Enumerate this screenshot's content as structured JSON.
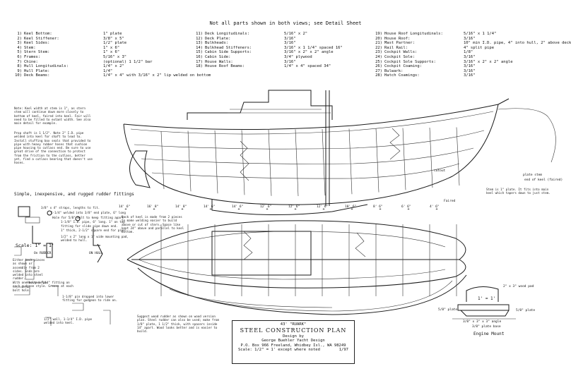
{
  "header": "Not all parts shown in both views; see Detail Sheet",
  "parts_col1": [
    {
      "n": "1)",
      "name": "Keel Bottom:",
      "spec": "1\" plate"
    },
    {
      "n": "2)",
      "name": "Keel Stiffener:",
      "spec": "3/8\" x 5\""
    },
    {
      "n": "3)",
      "name": "Keel Sides:",
      "spec": "1/2\" plate"
    },
    {
      "n": "4)",
      "name": "Stem:",
      "spec": "1\" x 6\""
    },
    {
      "n": "5)",
      "name": "Stern Stem:",
      "spec": "1\" x 6\""
    },
    {
      "n": "6)",
      "name": "Frames:",
      "spec": "5/16\" x 3\""
    },
    {
      "n": "7)",
      "name": "Chine:",
      "spec": "(optional) 1 1/2\" bar"
    },
    {
      "n": "8)",
      "name": "Hull Longitudinals:",
      "spec": "1/4\" x 2\""
    },
    {
      "n": "9)",
      "name": "Hull Plate:",
      "spec": "1/4\""
    },
    {
      "n": "10)",
      "name": "Deck Beams:",
      "spec": "1/4\" x 4\" with 3/16\" x 2\" lip welded on bottom"
    }
  ],
  "parts_col2": [
    {
      "n": "11)",
      "name": "Deck Longitudinals:",
      "spec": "5/16\" x 2\""
    },
    {
      "n": "12)",
      "name": "Deck Plate:",
      "spec": "3/16\""
    },
    {
      "n": "13)",
      "name": "Bulkheads:",
      "spec": "3/16\""
    },
    {
      "n": "14)",
      "name": "Bulkhead Stiffeners:",
      "spec": "3/16\" x 1 1/4\" spaced 16\""
    },
    {
      "n": "15)",
      "name": "Cabin Side Supports:",
      "spec": "3/16\" x 2\" x 2\" angle"
    },
    {
      "n": "16)",
      "name": "Cabin Side:",
      "spec": "3/4\" plywood"
    },
    {
      "n": "17)",
      "name": "House Walls:",
      "spec": "3/16\""
    },
    {
      "n": "18)",
      "name": "House Roof Beams:",
      "spec": "1/4\" x 4\" spaced 34\""
    }
  ],
  "parts_col3": [
    {
      "n": "19)",
      "name": "House Roof Longitudinals:",
      "spec": "5/16\" x 1 1/4\""
    },
    {
      "n": "20)",
      "name": "House Roof:",
      "spec": "3/16\""
    },
    {
      "n": "21)",
      "name": "Mast Partner:",
      "spec": "10\" min I.D. pipe, 4\" into hull, 2\" above deck"
    },
    {
      "n": "22)",
      "name": "Rail Rail:",
      "spec": "4\" split pipe"
    },
    {
      "n": "23)",
      "name": "Cockpit Walls:",
      "spec": "1/8\""
    },
    {
      "n": "24)",
      "name": "Cockpit Sole:",
      "spec": "3/16\""
    },
    {
      "n": "25)",
      "name": "Cockpit Sole Supports:",
      "spec": "3/16\" x 2\" x 2\" angle"
    },
    {
      "n": "26)",
      "name": "Cockpit Coaming:",
      "spec": "3/16\""
    },
    {
      "n": "27)",
      "name": "Bulwark:",
      "spec": "3/16\""
    },
    {
      "n": "28)",
      "name": "Hatch Coamings:",
      "spec": "3/16\""
    }
  ],
  "notes": {
    "keel": "Note: Keel width at stem is 1\", as stern stem will continue down more closely to bottom of keel, faired into keel. Fair will need to be filled to extant width. See also main detail for example.",
    "prop": "Prop shaft is 1 1/2\". Note 2\" I.D. pipe welded into keel for shaft to lead to. Install stuffing box seals that provided to pipe with heavy rubber hoses that cushion pipe housing to cutlass end. Be sure to use great drive of the connection to protect from the friction to the cutlass, better yet, find a cutlass bearing that doesn't use hoses.",
    "rudder_title": "Simple, inexpensive, and rugged rudder fittings",
    "rudder_bottom": "Suggest wood rudder as shown on wood version plan. Steel rudder can also be used; make from 1/8\" plate, 1 1/2\" thick, with spacers inside 14\" apart. Wood looks better and is easier to build.",
    "stem": "Stem is 1\" plate. It fits into main keel which tapers down to just stem.",
    "deck": "Back of keel is made from 2 pieces to make welding easier to build above or cut of stern. Space like kept 24\" above and parallel to keel bottom."
  },
  "rudder_labels": [
    "3/8\" x 4\" straps, lengths to fit.",
    "1-1/4\" welded into 3/8\" end plate, 6\" long",
    "Hole for 5/8\" bolt to keep fitting apart",
    "1-1/8\" I.D. pipe, 6\" long. 1\" on top",
    "fitting for slide pipe down end.",
    "1\" thick, 2-1/2\" square end for pipe",
    "1/2\" x 2\" long x 1\" wide mounting pad, welded to hull."
  ],
  "scale_note": "Scale: 1\" = 1'",
  "on_rudder": "On RUDDER",
  "on_hull": "ON HULL",
  "side_note_1": "Either back pieces as shown or assemble from 2 sides. Ends are welded into steel rudder.",
  "heavy_weld": "Heavy weld",
  "pad_note": "With one bolted \"pad\" fitting on each gudgeon style. Grease at each bolt hole.",
  "bolt_note": "1-1/8\" pin dropped into lower fitting for gudgeon to ride on.",
  "pipe_note": "1/2\" wall, 1-1/4\" I.D. pipe welded into keel.",
  "plan_labels": {
    "cutout": "cutout",
    "faired": "Faired",
    "plate_stem": "plate stem",
    "end_keel": "end of keel (faired)"
  },
  "title_block": {
    "boat": "43' \"RUARK\"",
    "title": "STEEL CONSTRUCTION PLAN",
    "designby": "Design by",
    "designer": "George Buehler Yacht Design",
    "address": "P.O. Box 966 Freeland, Whidbey Isl., WA 98249",
    "scale": "Scale: 1/2\" = 1' except where noted",
    "date": "1/97"
  },
  "engine": {
    "scale": "1' = 1'",
    "wood": "2\" x 3\" wood pad",
    "plate_left": "5/8\" plate",
    "plate_right": "5/8\" plate",
    "angle": "3/8\" x 3\" x 3\" angle",
    "base": "3/8\" plate base",
    "caption": "Engine Mount"
  },
  "station_labels": [
    "14' 6\"",
    "16' 8\"",
    "14' 8\"",
    "14' 6\"",
    "14' 6\"",
    "12' 6\"",
    "12' 6\"",
    "12' 6\"",
    "10' 6\"",
    "8' 6\"",
    "6' 6\"",
    "4' 6\""
  ]
}
